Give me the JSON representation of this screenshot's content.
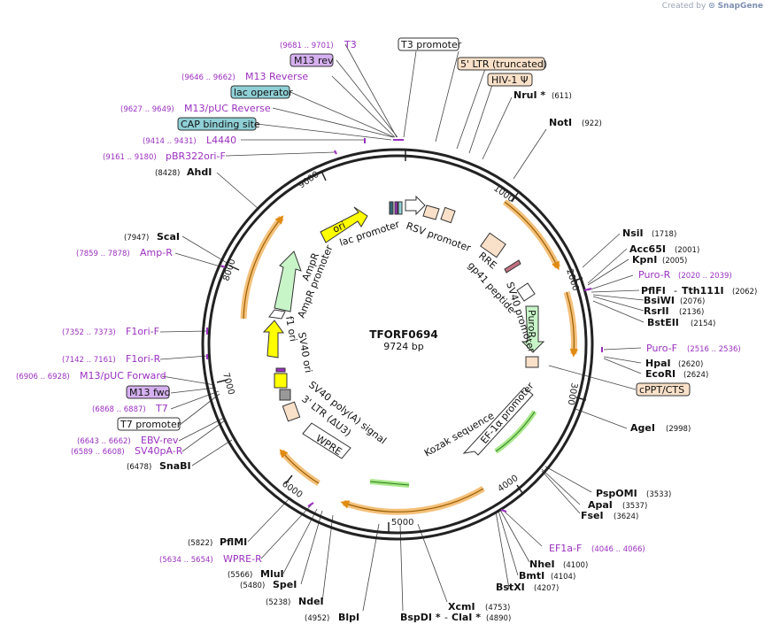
{
  "branding": {
    "created_by": "Created by",
    "app_name": "SnapGene"
  },
  "plasmid": {
    "name": "TFORF0694",
    "length": "9724 bp"
  },
  "ruler_ticks": [
    "1000",
    "2000",
    "3000",
    "4000",
    "5000",
    "6000",
    "7000",
    "8000",
    "9000"
  ],
  "colors": {
    "enzyme": "#000000",
    "primer": "#9b30c0",
    "feature_tag": "#f9e0c8",
    "lac_tag": "#8fd0d6",
    "m13_tag": "#d5b0f0",
    "orf_arrow": "#f4b45a",
    "ori": "#ffff00",
    "ampr": "#c8f5c8"
  },
  "enzymes": {
    "nrui": {
      "name": "NruI *",
      "pos": "(611)"
    },
    "noti": {
      "name": "NotI",
      "pos": "(922)"
    },
    "nsii": {
      "name": "NsiI",
      "pos": "(1718)"
    },
    "acc65i": {
      "name": "Acc65I",
      "pos": "(2001)"
    },
    "kpni": {
      "name": "KpnI",
      "pos": "(2005)"
    },
    "pflfi": {
      "name": "PflFI",
      "sep": "-",
      "name2": "Tth111I",
      "pos": "(2062)"
    },
    "bsiwi": {
      "name": "BsiWI",
      "pos": "(2076)"
    },
    "rsrii": {
      "name": "RsrII",
      "pos": "(2136)"
    },
    "bsteii": {
      "name": "BstEII",
      "pos": "(2154)"
    },
    "hpai": {
      "name": "HpaI",
      "pos": "(2620)"
    },
    "ecori": {
      "name": "EcoRI",
      "pos": "(2624)"
    },
    "agei": {
      "name": "AgeI",
      "pos": "(2998)"
    },
    "pspomi": {
      "name": "PspOMI",
      "pos": "(3533)"
    },
    "apai": {
      "name": "ApaI",
      "pos": "(3537)"
    },
    "fsei": {
      "name": "FseI",
      "pos": "(3624)"
    },
    "nhei": {
      "name": "NheI",
      "pos": "(4100)"
    },
    "bmti": {
      "name": "BmtI",
      "pos": "(4104)"
    },
    "bstxi": {
      "name": "BstXI",
      "pos": "(4207)"
    },
    "xcmi": {
      "name": "XcmI",
      "pos": "(4753)"
    },
    "bspdi": {
      "name": "BspDI *",
      "sep": "-",
      "name2": "ClaI *",
      "pos": "(4890)"
    },
    "blpi": {
      "name": "BlpI",
      "pos": "(4952)"
    },
    "ndei": {
      "name": "NdeI",
      "pos": "(5238)"
    },
    "spei": {
      "name": "SpeI",
      "pos": "(5480)"
    },
    "mlui": {
      "name": "MluI",
      "pos": "(5566)"
    },
    "pflmi": {
      "name": "PflMI",
      "pos": "(5822)"
    },
    "snabi": {
      "name": "SnaBI",
      "pos": "(6478)"
    },
    "scai": {
      "name": "ScaI",
      "pos": "(7947)"
    },
    "ahdi": {
      "name": "AhdI",
      "pos": "(8428)"
    }
  },
  "primers": {
    "t3": {
      "range": "(9681 .. 9701)",
      "name": "T3"
    },
    "m13rev": {
      "range": "(9646 .. 9662)",
      "name": "M13 Reverse"
    },
    "m13puc": {
      "range": "(9627 .. 9649)",
      "name": "M13/pUC Reverse"
    },
    "l4440": {
      "range": "(9414 .. 9431)",
      "name": "L4440"
    },
    "pbr322": {
      "range": "(9161 .. 9180)",
      "name": "pBR322ori-F"
    },
    "ampr": {
      "range": "(7859 .. 7878)",
      "name": "Amp-R"
    },
    "f1orif": {
      "range": "(7352 .. 7373)",
      "name": "F1ori-F"
    },
    "f1orir": {
      "range": "(7142 .. 7161)",
      "name": "F1ori-R"
    },
    "m13fwd": {
      "range": "(6906 .. 6928)",
      "name": "M13/pUC Forward"
    },
    "t7": {
      "range": "(6868 .. 6887)",
      "name": "T7"
    },
    "ebvrev": {
      "range": "(6643 .. 6662)",
      "name": "EBV-rev"
    },
    "sv40pa": {
      "range": "(6589 .. 6608)",
      "name": "SV40pA-R"
    },
    "wprer": {
      "range": "(5634 .. 5654)",
      "name": "WPRE-R"
    },
    "puror": {
      "range": "(2020 .. 2039)",
      "name": "Puro-R"
    },
    "purof": {
      "range": "(2516 .. 2536)",
      "name": "Puro-F"
    },
    "ef1af": {
      "range": "(4046 .. 4066)",
      "name": "EF1a-F"
    }
  },
  "tags": {
    "t3_promoter": "T3 promoter",
    "ltr5": "5' LTR (truncated)",
    "hiv": "HIV-1 Ψ",
    "m13rev": "M13 rev",
    "lac_operator": "lac operator",
    "cap": "CAP binding site",
    "cppt": "cPPT/CTS",
    "m13fwd": "M13 fwd",
    "t7_promoter": "T7 promoter"
  },
  "inner_features": {
    "ori": "ori",
    "lac_promoter": "lac promoter",
    "rsv_promoter": "RSV promoter",
    "rre": "RRE",
    "gp41": "gp41 peptide",
    "sv40_promoter_right": "SV40 promoter",
    "puror": "PuroR",
    "ef1a": "EF-1α promoter",
    "kozak": "Kozak sequence",
    "wpre": "WPRE",
    "ltr3": "3' LTR (ΔU3)",
    "sv40_polya": "SV40 poly(A) signal",
    "sv40_ori": "SV40 ori",
    "f1_ori": "f1 ori",
    "ampr_promoter": "AmpR promoter",
    "ampr": "AmpR"
  }
}
